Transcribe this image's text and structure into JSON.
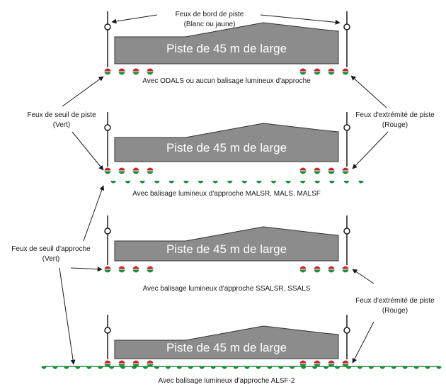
{
  "colors": {
    "runway": "#8c8c8c",
    "runway_edge": "#333333",
    "red": "#c8262f",
    "green": "#1e8c3a",
    "ink": "#1a1a1a"
  },
  "labels": {
    "edge_lights": [
      "Feux de bord de piste",
      "(Blanc ou jaune)"
    ],
    "threshold_lights": [
      "Feux de seuil de piste",
      "(Vert)"
    ],
    "end_lights_1": [
      "Feux d'extrémité de piste",
      "(Rouge)"
    ],
    "approach_threshold_lights": [
      "Feux de seuil d'approche",
      "(Vert)"
    ],
    "end_lights_2": [
      "Feux d'extrémité de piste",
      "(Rouge)"
    ]
  },
  "panels": [
    {
      "runway_label": "Piste de 45 m de large",
      "caption": "Avec ODALS ou aucun balisage lumineux d'approche"
    },
    {
      "runway_label": "Piste de 45 m de large",
      "caption": "Avec balisage lumineux d'approche MALSR, MALS, MALSF"
    },
    {
      "runway_label": "Piste de 45 m de large",
      "caption": "Avec balisage lumineux d'approche SSALSR, SSALS"
    },
    {
      "runway_label": "Piste de 45 m de large",
      "caption": "Avec balisage lumineux d'approche ALSF-2"
    }
  ]
}
